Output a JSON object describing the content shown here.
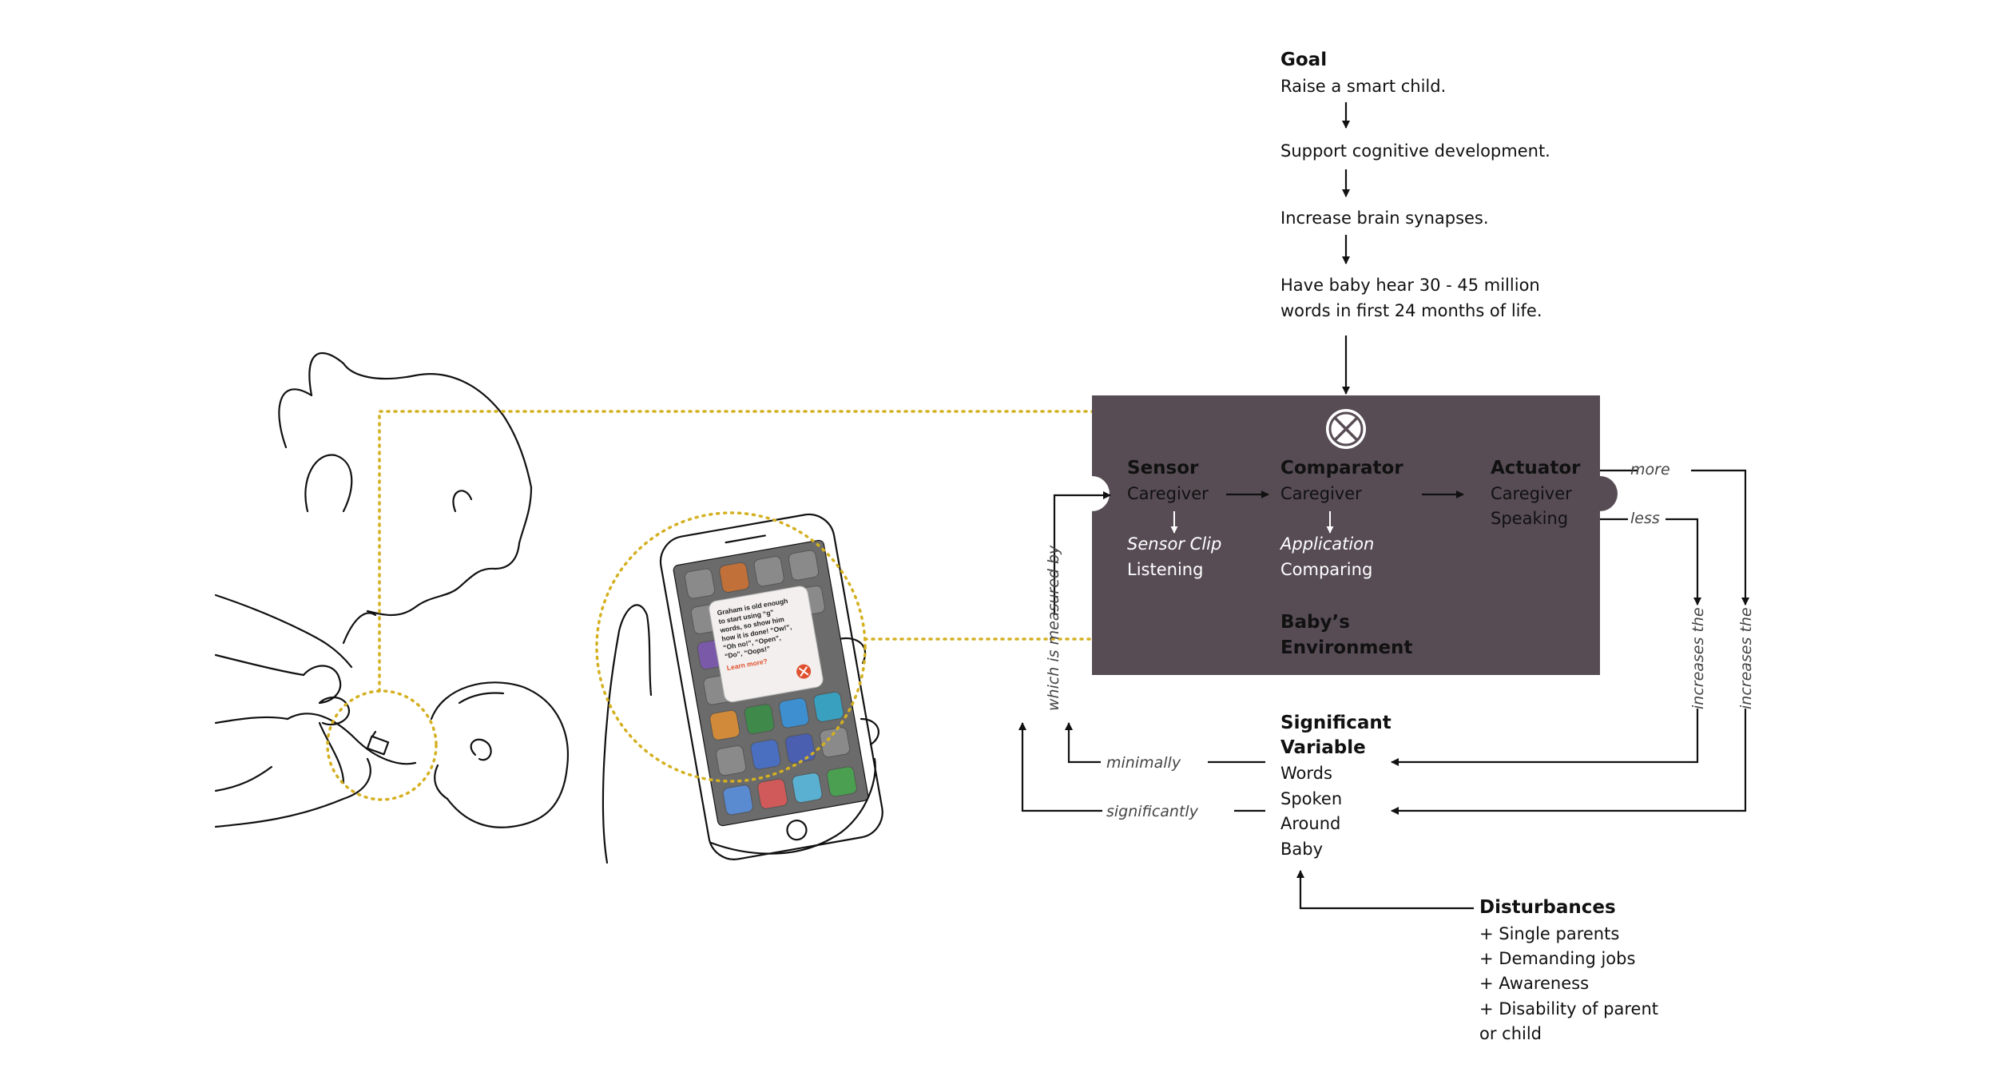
{
  "goal_chain": {
    "title": "Goal",
    "step1": "Raise a smart child.",
    "step2": "Support cognitive development.",
    "step3": "Increase brain synapses.",
    "step4_line1": "Have baby hear 30 - 45 million",
    "step4_line2": "words in first 24 months of life."
  },
  "system_box": {
    "fill_color": "#574c54",
    "sensor": {
      "title": "Sensor",
      "line1": "Caregiver"
    },
    "sensor_clip": {
      "line1": "Sensor Clip",
      "line2": "Listening"
    },
    "comparator": {
      "title": "Comparator",
      "line1": "Caregiver"
    },
    "application": {
      "line1": "Application",
      "line2": "Comparing"
    },
    "actuator": {
      "title": "Actuator",
      "line1": "Caregiver",
      "line2": "Speaking"
    },
    "environment": {
      "line1": "Baby’s",
      "line2": "Environment"
    }
  },
  "edge_labels": {
    "more": "more",
    "less": "less",
    "increases_left": "increases the",
    "increases_right": "increases the",
    "measured_by": "which is measured by",
    "minimally": "minimally",
    "significantly": "significantly"
  },
  "significant_variable": {
    "title_line1": "Significant",
    "title_line2": "Variable",
    "items": [
      "Words",
      "Spoken",
      "Around",
      "Baby"
    ]
  },
  "disturbances": {
    "title": "Disturbances",
    "items": [
      "+ Single parents",
      "+ Demanding jobs",
      "+ Awareness",
      "+ Disability of parent",
      "or child"
    ]
  },
  "phone_notification": {
    "text_lines": [
      "Graham is old enough",
      "to start using “g”",
      "words, so show him",
      "how it is done! “Ow!”,",
      "“Oh no!”, “Open”,",
      "“Do”, “Oops!”"
    ],
    "link": "Learn more?"
  },
  "colors": {
    "highlight_dotted": "#d4b021",
    "arrow": "#111111",
    "notification_accent": "#e0502e"
  }
}
